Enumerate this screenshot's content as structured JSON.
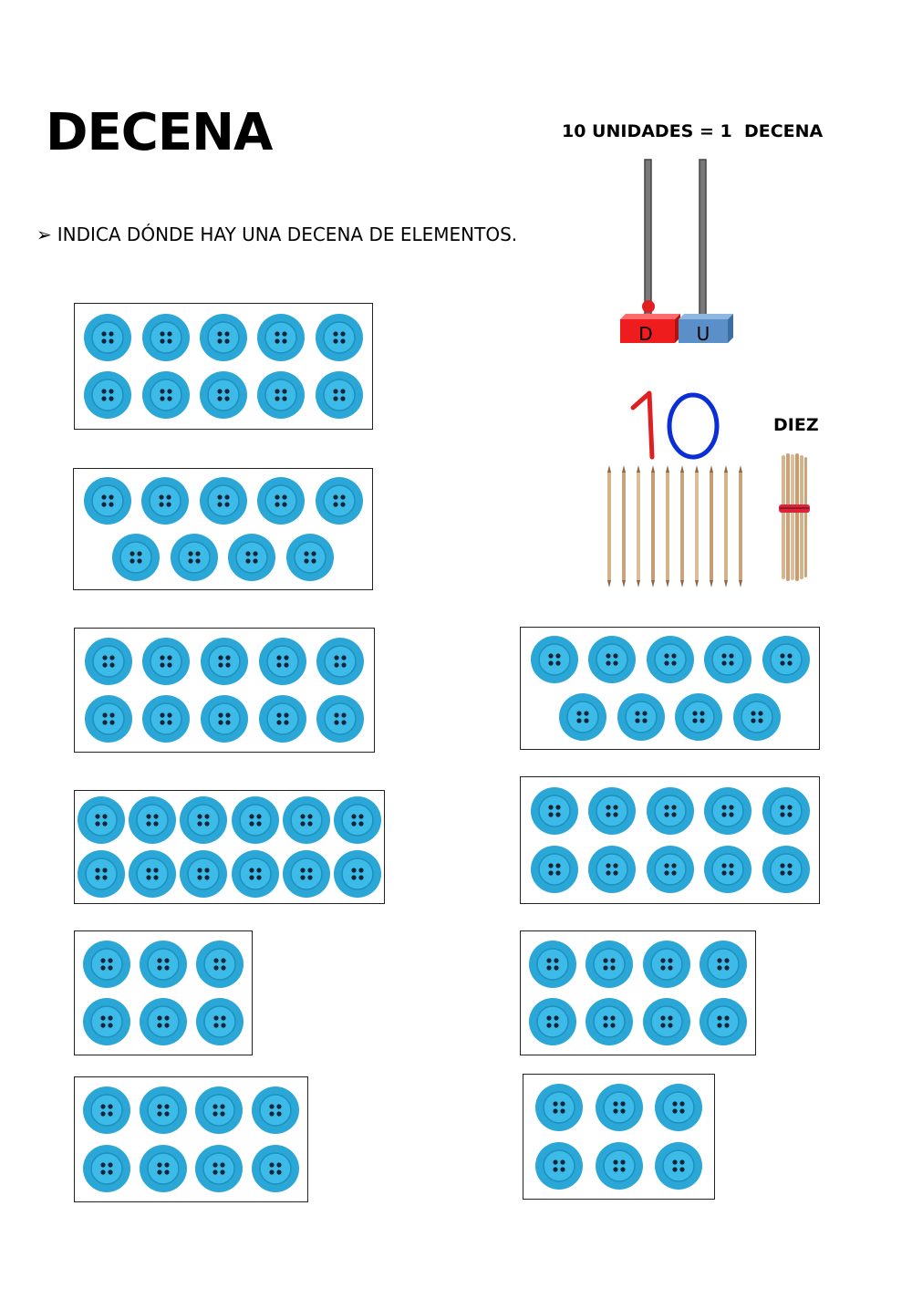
{
  "worksheet": {
    "title": "DECENA",
    "instruction_bullet": "➢",
    "instruction": "INDICA DÓNDE HAY UNA DECENA DE ELEMENTOS.",
    "equation": "10 UNIDADES = 1  DECENA",
    "abacus_labels": {
      "tens": "D",
      "units": "U"
    },
    "number": {
      "tens_digit": "1",
      "units_digit": "0"
    },
    "number_word": "DIEZ",
    "loose_sticks_count": 10,
    "button_icon": "blue-four-hole-button-icon",
    "colors": {
      "button_outer": "#2aa7d6",
      "button_inner": "#3cbbe8",
      "tens_rod": "#e02020",
      "units_rod": "#5b8fc7",
      "digit_one": "#e02020",
      "digit_zero": "#0b2fd6"
    }
  },
  "groups": [
    {
      "id": "group-1",
      "rows": [
        5,
        5
      ],
      "total": 10
    },
    {
      "id": "group-2",
      "rows": [
        5,
        4
      ],
      "total": 9
    },
    {
      "id": "group-3",
      "rows": [
        5,
        5
      ],
      "total": 10
    },
    {
      "id": "group-4",
      "rows": [
        6,
        6
      ],
      "total": 12
    },
    {
      "id": "group-5",
      "rows": [
        3,
        3
      ],
      "total": 6
    },
    {
      "id": "group-6",
      "rows": [
        4,
        4
      ],
      "total": 8
    },
    {
      "id": "group-7",
      "rows": [
        5,
        4
      ],
      "total": 9
    },
    {
      "id": "group-8",
      "rows": [
        5,
        5
      ],
      "total": 10
    },
    {
      "id": "group-9",
      "rows": [
        4,
        4
      ],
      "total": 8
    },
    {
      "id": "group-10",
      "rows": [
        3,
        3
      ],
      "total": 6
    }
  ]
}
